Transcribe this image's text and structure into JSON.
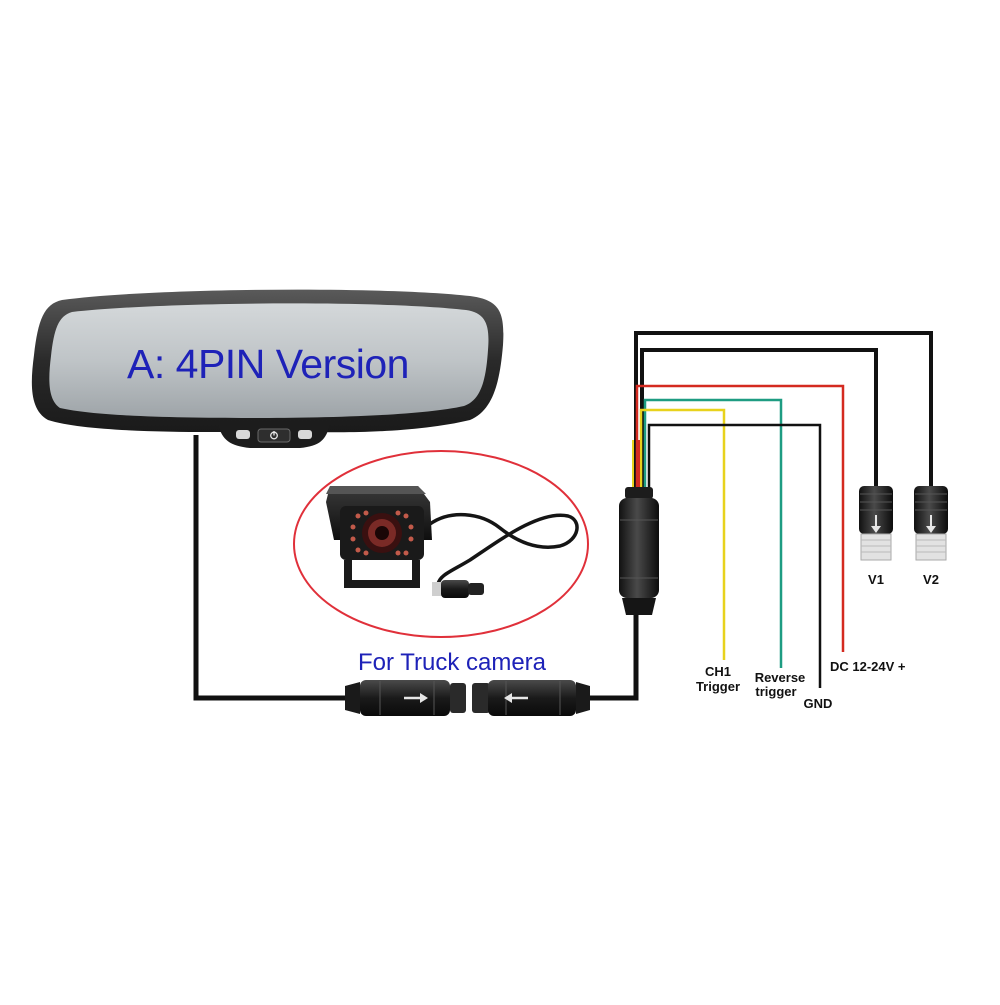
{
  "mirror": {
    "title": "A: 4PIN Version"
  },
  "camera": {
    "caption": "For Truck camera"
  },
  "wire_labels": {
    "ch1_line1": "CH1",
    "ch1_line2": "Trigger",
    "reverse_line1": "Reverse",
    "reverse_line2": "trigger",
    "gnd": "GND",
    "dc": "DC 12-24V +",
    "v1": "V1",
    "v2": "V2"
  },
  "colors": {
    "title_text": "#1e22b8",
    "wire_black": "#111111",
    "wire_red": "#d42a20",
    "wire_yellow": "#e8d21c",
    "wire_green": "#1e9c82",
    "camera_outline": "#e0303a"
  }
}
